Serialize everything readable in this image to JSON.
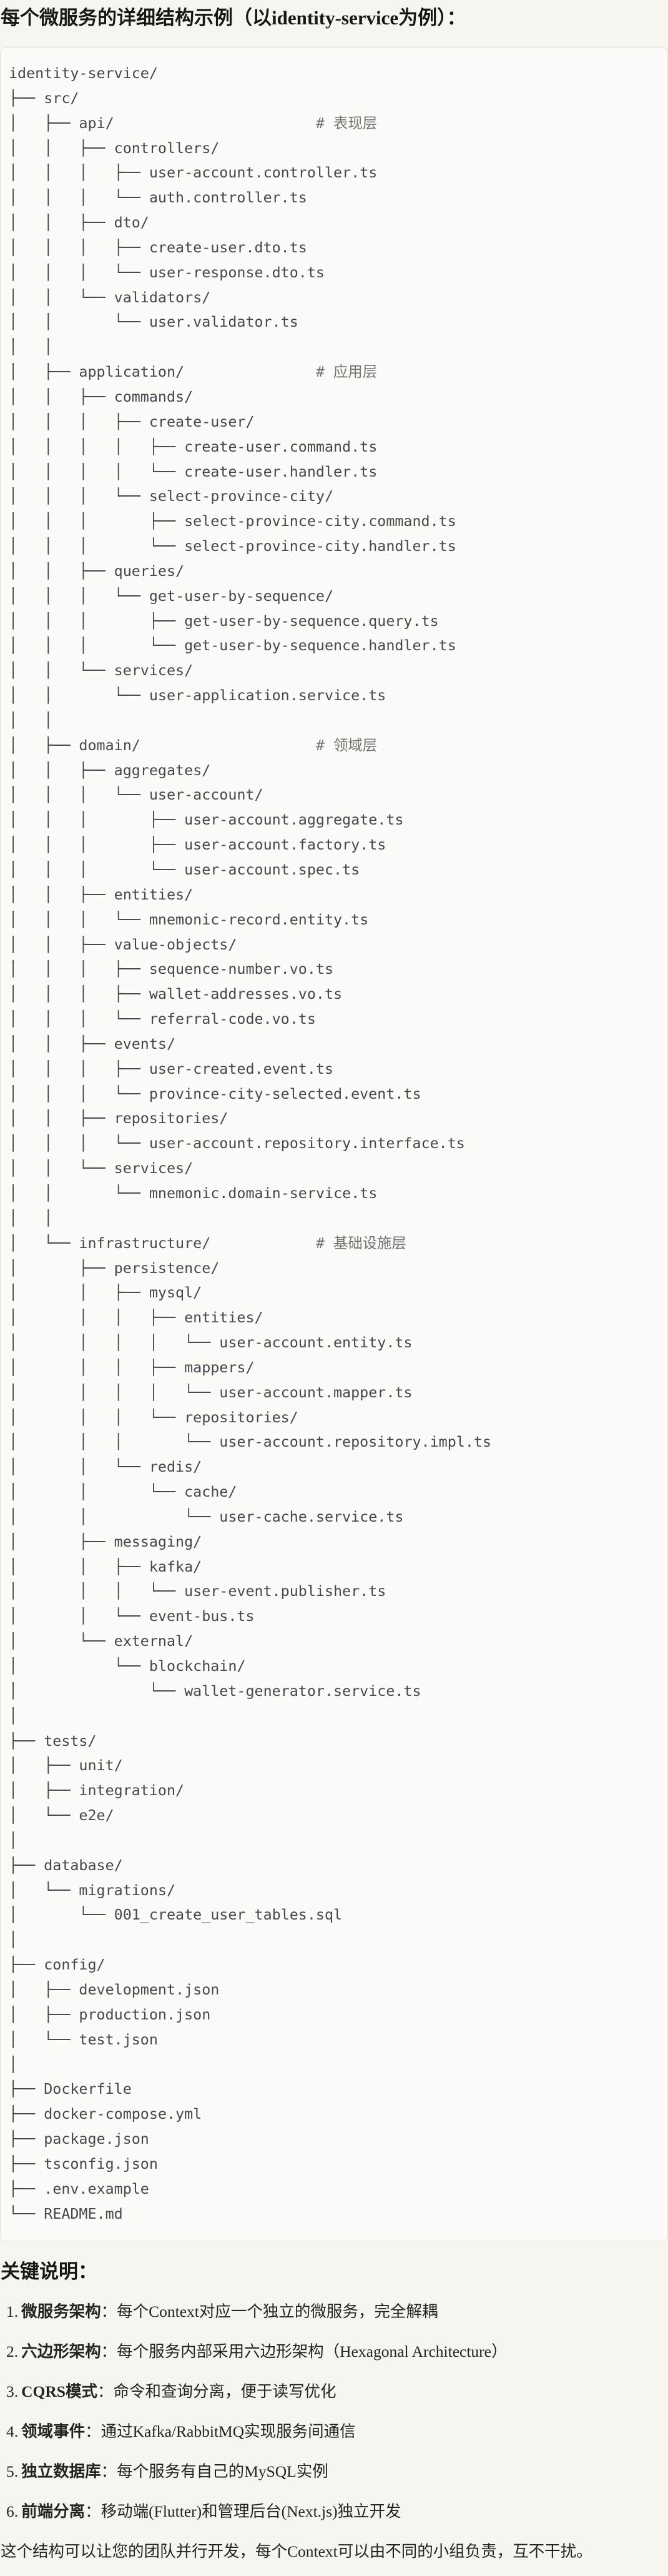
{
  "title": "每个微服务的详细结构示例（以identity-service为例）：",
  "colors": {
    "page_background": "#f7f5ef",
    "code_background": "#fcfbf7",
    "code_border": "#e5e2da",
    "tree_text": "#45484d",
    "tree_comment": "#71756f",
    "heading_text": "#171715",
    "body_text": "#232321"
  },
  "tree": {
    "root": "identity-service/",
    "lines": [
      "identity-service/",
      "├── src/",
      "│   ├── api/                       # 表现层",
      "│   │   ├── controllers/",
      "│   │   │   ├── user-account.controller.ts",
      "│   │   │   └── auth.controller.ts",
      "│   │   ├── dto/",
      "│   │   │   ├── create-user.dto.ts",
      "│   │   │   └── user-response.dto.ts",
      "│   │   └── validators/",
      "│   │       └── user.validator.ts",
      "│   │",
      "│   ├── application/               # 应用层",
      "│   │   ├── commands/",
      "│   │   │   ├── create-user/",
      "│   │   │   │   ├── create-user.command.ts",
      "│   │   │   │   └── create-user.handler.ts",
      "│   │   │   └── select-province-city/",
      "│   │   │       ├── select-province-city.command.ts",
      "│   │   │       └── select-province-city.handler.ts",
      "│   │   ├── queries/",
      "│   │   │   └── get-user-by-sequence/",
      "│   │   │       ├── get-user-by-sequence.query.ts",
      "│   │   │       └── get-user-by-sequence.handler.ts",
      "│   │   └── services/",
      "│   │       └── user-application.service.ts",
      "│   │",
      "│   ├── domain/                    # 领域层",
      "│   │   ├── aggregates/",
      "│   │   │   └── user-account/",
      "│   │   │       ├── user-account.aggregate.ts",
      "│   │   │       ├── user-account.factory.ts",
      "│   │   │       └── user-account.spec.ts",
      "│   │   ├── entities/",
      "│   │   │   └── mnemonic-record.entity.ts",
      "│   │   ├── value-objects/",
      "│   │   │   ├── sequence-number.vo.ts",
      "│   │   │   ├── wallet-addresses.vo.ts",
      "│   │   │   └── referral-code.vo.ts",
      "│   │   ├── events/",
      "│   │   │   ├── user-created.event.ts",
      "│   │   │   └── province-city-selected.event.ts",
      "│   │   ├── repositories/",
      "│   │   │   └── user-account.repository.interface.ts",
      "│   │   └── services/",
      "│   │       └── mnemonic.domain-service.ts",
      "│   │",
      "│   └── infrastructure/            # 基础设施层",
      "│       ├── persistence/",
      "│       │   ├── mysql/",
      "│       │   │   ├── entities/",
      "│       │   │   │   └── user-account.entity.ts",
      "│       │   │   ├── mappers/",
      "│       │   │   │   └── user-account.mapper.ts",
      "│       │   │   └── repositories/",
      "│       │   │       └── user-account.repository.impl.ts",
      "│       │   └── redis/",
      "│       │       └── cache/",
      "│       │           └── user-cache.service.ts",
      "│       ├── messaging/",
      "│       │   ├── kafka/",
      "│       │   │   └── user-event.publisher.ts",
      "│       │   └── event-bus.ts",
      "│       └── external/",
      "│           └── blockchain/",
      "│               └── wallet-generator.service.ts",
      "│",
      "├── tests/",
      "│   ├── unit/",
      "│   ├── integration/",
      "│   └── e2e/",
      "│",
      "├── database/",
      "│   └── migrations/",
      "│       └── 001_create_user_tables.sql",
      "│",
      "├── config/",
      "│   ├── development.json",
      "│   ├── production.json",
      "│   └── test.json",
      "│",
      "├── Dockerfile",
      "├── docker-compose.yml",
      "├── package.json",
      "├── tsconfig.json",
      "├── .env.example",
      "└── README.md"
    ]
  },
  "notes": {
    "heading": "关键说明：",
    "items": [
      {
        "num": "1.",
        "label": "微服务架构",
        "sep": "：",
        "text": "每个Context对应一个独立的微服务，完全解耦"
      },
      {
        "num": "2.",
        "label": "六边形架构",
        "sep": "：",
        "text": "每个服务内部采用六边形架构（Hexagonal Architecture）"
      },
      {
        "num": "3.",
        "label": "CQRS模式",
        "sep": "：",
        "text": "命令和查询分离，便于读写优化"
      },
      {
        "num": "4.",
        "label": "领域事件",
        "sep": "：",
        "text": "通过Kafka/RabbitMQ实现服务间通信"
      },
      {
        "num": "5.",
        "label": "独立数据库",
        "sep": "：",
        "text": "每个服务有自己的MySQL实例"
      },
      {
        "num": "6.",
        "label": "前端分离",
        "sep": "：",
        "text": "移动端(Flutter)和管理后台(Next.js)独立开发"
      }
    ],
    "footer": "这个结构可以让您的团队并行开发，每个Context可以由不同的小组负责，互不干扰。"
  }
}
